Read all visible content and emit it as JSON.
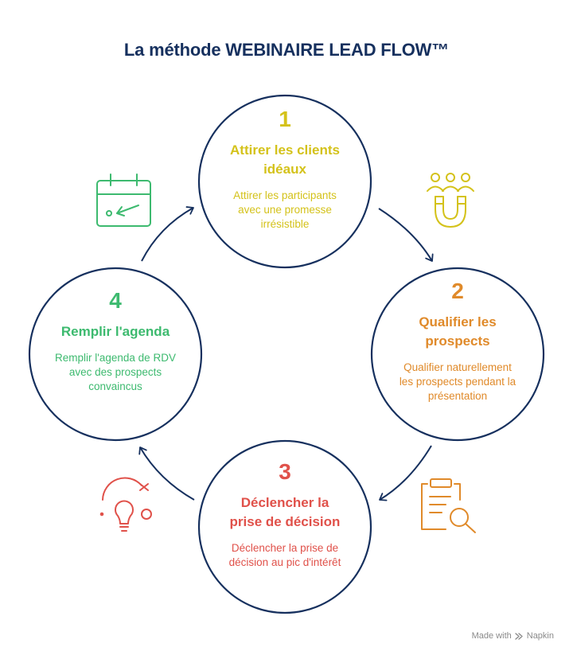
{
  "title": "La méthode WEBINAIRE LEAD FLOW™",
  "steps": [
    {
      "number": "1",
      "heading_line1": "Attirer les clients",
      "heading_line2": "idéaux",
      "desc_line1": "Attirer les participants",
      "desc_line2": "avec une promesse",
      "desc_line3": "irrésistible",
      "color": "#d4c21a",
      "icon": "magnet-people-icon"
    },
    {
      "number": "2",
      "heading_line1": "Qualifier les",
      "heading_line2": "prospects",
      "desc_line1": "Qualifier naturellement",
      "desc_line2": "les prospects pendant la",
      "desc_line3": "présentation",
      "color": "#e08a2a",
      "icon": "clipboard-search-icon"
    },
    {
      "number": "3",
      "heading_line1": "Déclencher la",
      "heading_line2": "prise de décision",
      "desc_line1": "Déclencher la prise de",
      "desc_line2": "décision au pic d'intérêt",
      "color": "#e0514a",
      "icon": "lightbulb-target-icon"
    },
    {
      "number": "4",
      "heading_line1": "Remplir l'agenda",
      "desc_line1": "Remplir l'agenda de RDV",
      "desc_line2": "avec des prospects",
      "desc_line3": "convaincus",
      "color": "#3dba6f",
      "icon": "calendar-icon"
    }
  ],
  "footer": {
    "made_with": "Made with",
    "brand": "Napkin"
  }
}
